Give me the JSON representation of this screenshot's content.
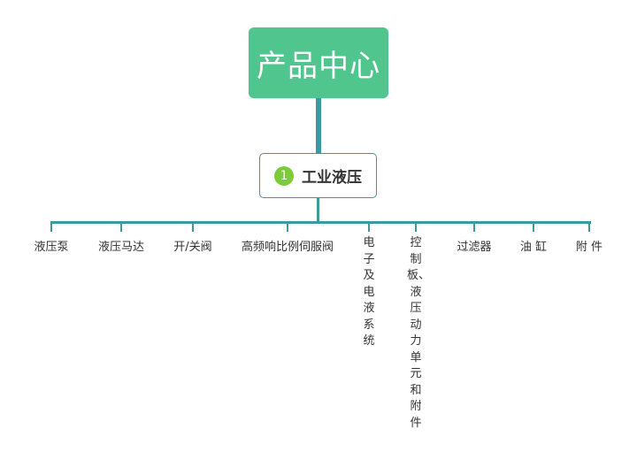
{
  "root": {
    "label": "产品中心"
  },
  "category": {
    "badge": "1",
    "label": "工业液压"
  },
  "leaves": [
    {
      "label": "液压泵"
    },
    {
      "label": "液压马达"
    },
    {
      "label": "开/关阀"
    },
    {
      "label": "高频响比例伺服阀"
    },
    {
      "label": "电子及电液系统"
    },
    {
      "label": "控制板、液压动力单元和附件"
    },
    {
      "label": "过滤器"
    },
    {
      "label": "油 缸"
    },
    {
      "label": "附 件"
    }
  ]
}
